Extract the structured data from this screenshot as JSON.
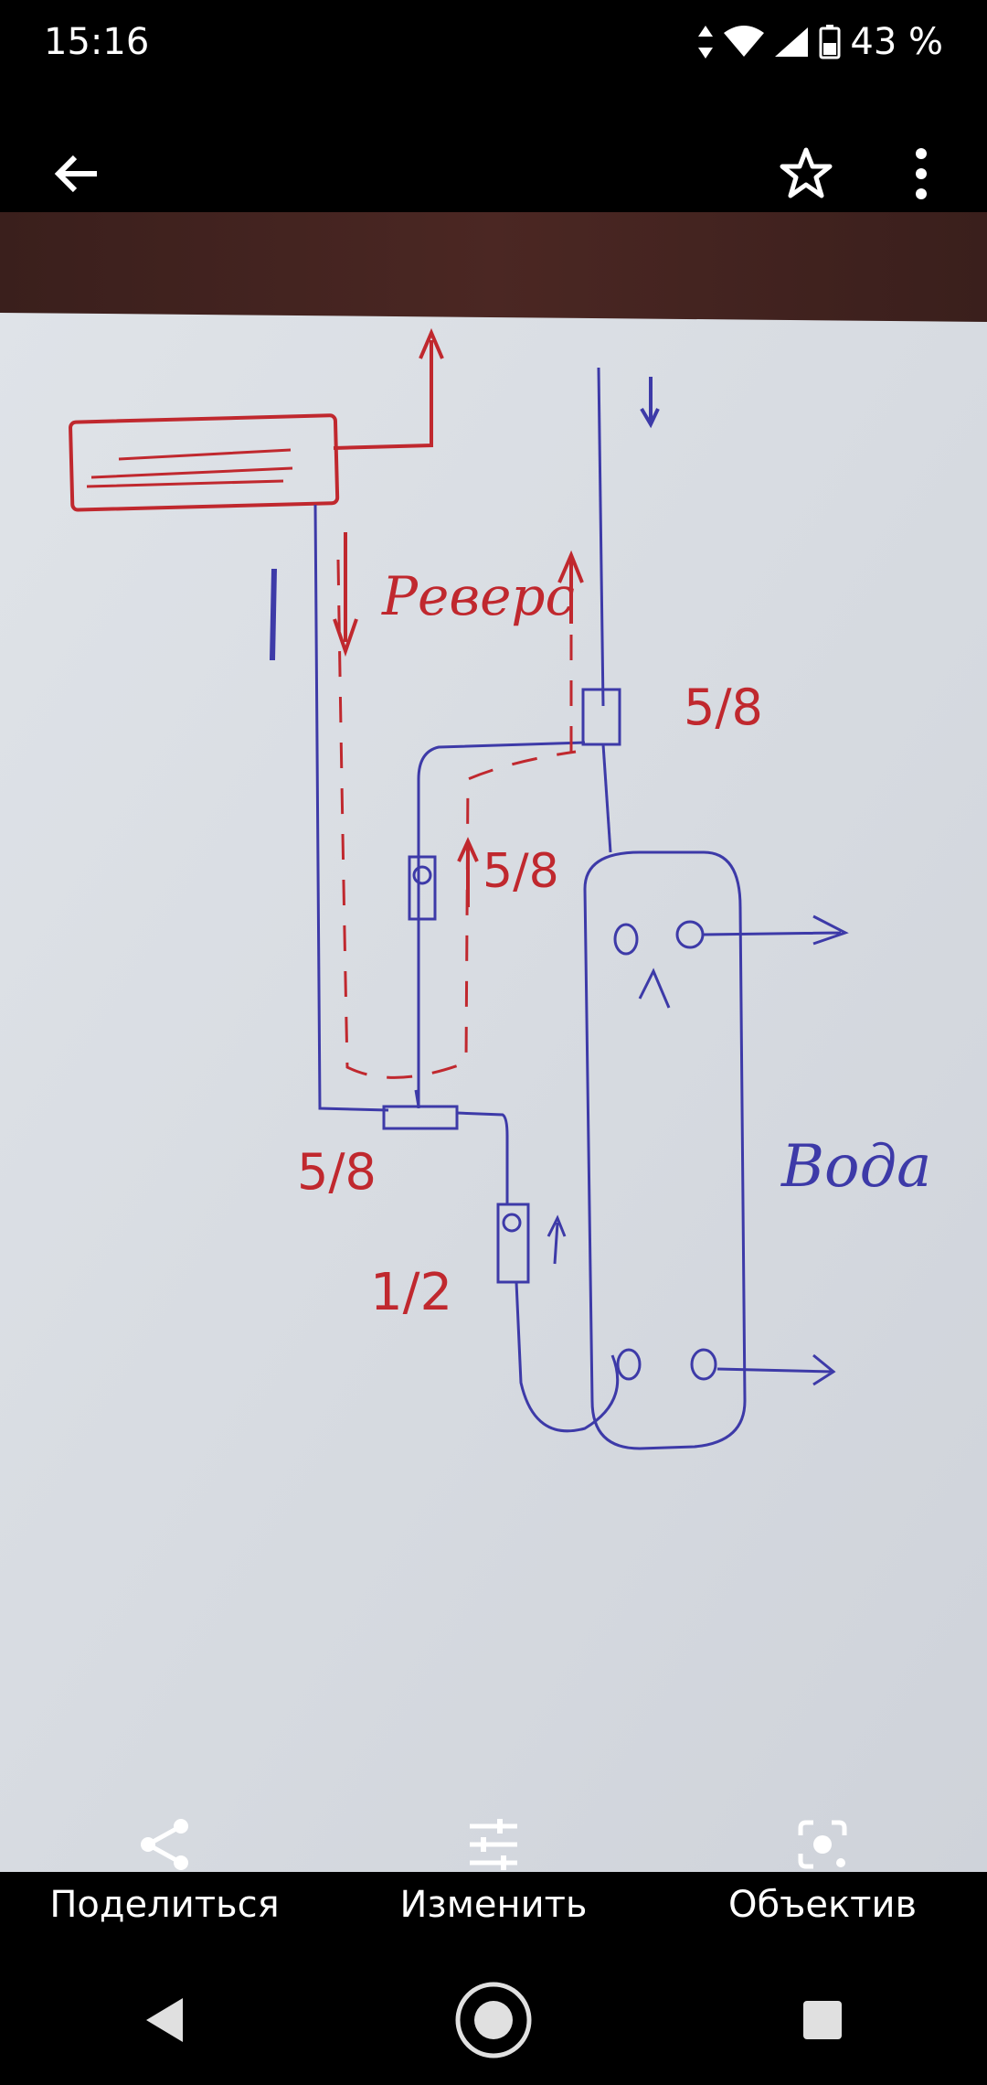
{
  "status": {
    "time": "15:16",
    "battery": "43 %"
  },
  "actions": [
    {
      "label": "Поделиться",
      "icon": "share-icon"
    },
    {
      "label": "Изменить",
      "icon": "tune-icon"
    },
    {
      "label": "Объектив",
      "icon": "lens-icon"
    }
  ],
  "drawing": {
    "reverse": "Реверс",
    "size_top": "5/8",
    "size_middle": "5/8",
    "size_bottom_left": "5/8",
    "size_half": "1/2",
    "water": "Вода"
  },
  "colors": {
    "red": "#c0282e",
    "blue": "#3d3aa8",
    "paper": "#d9dde3"
  }
}
